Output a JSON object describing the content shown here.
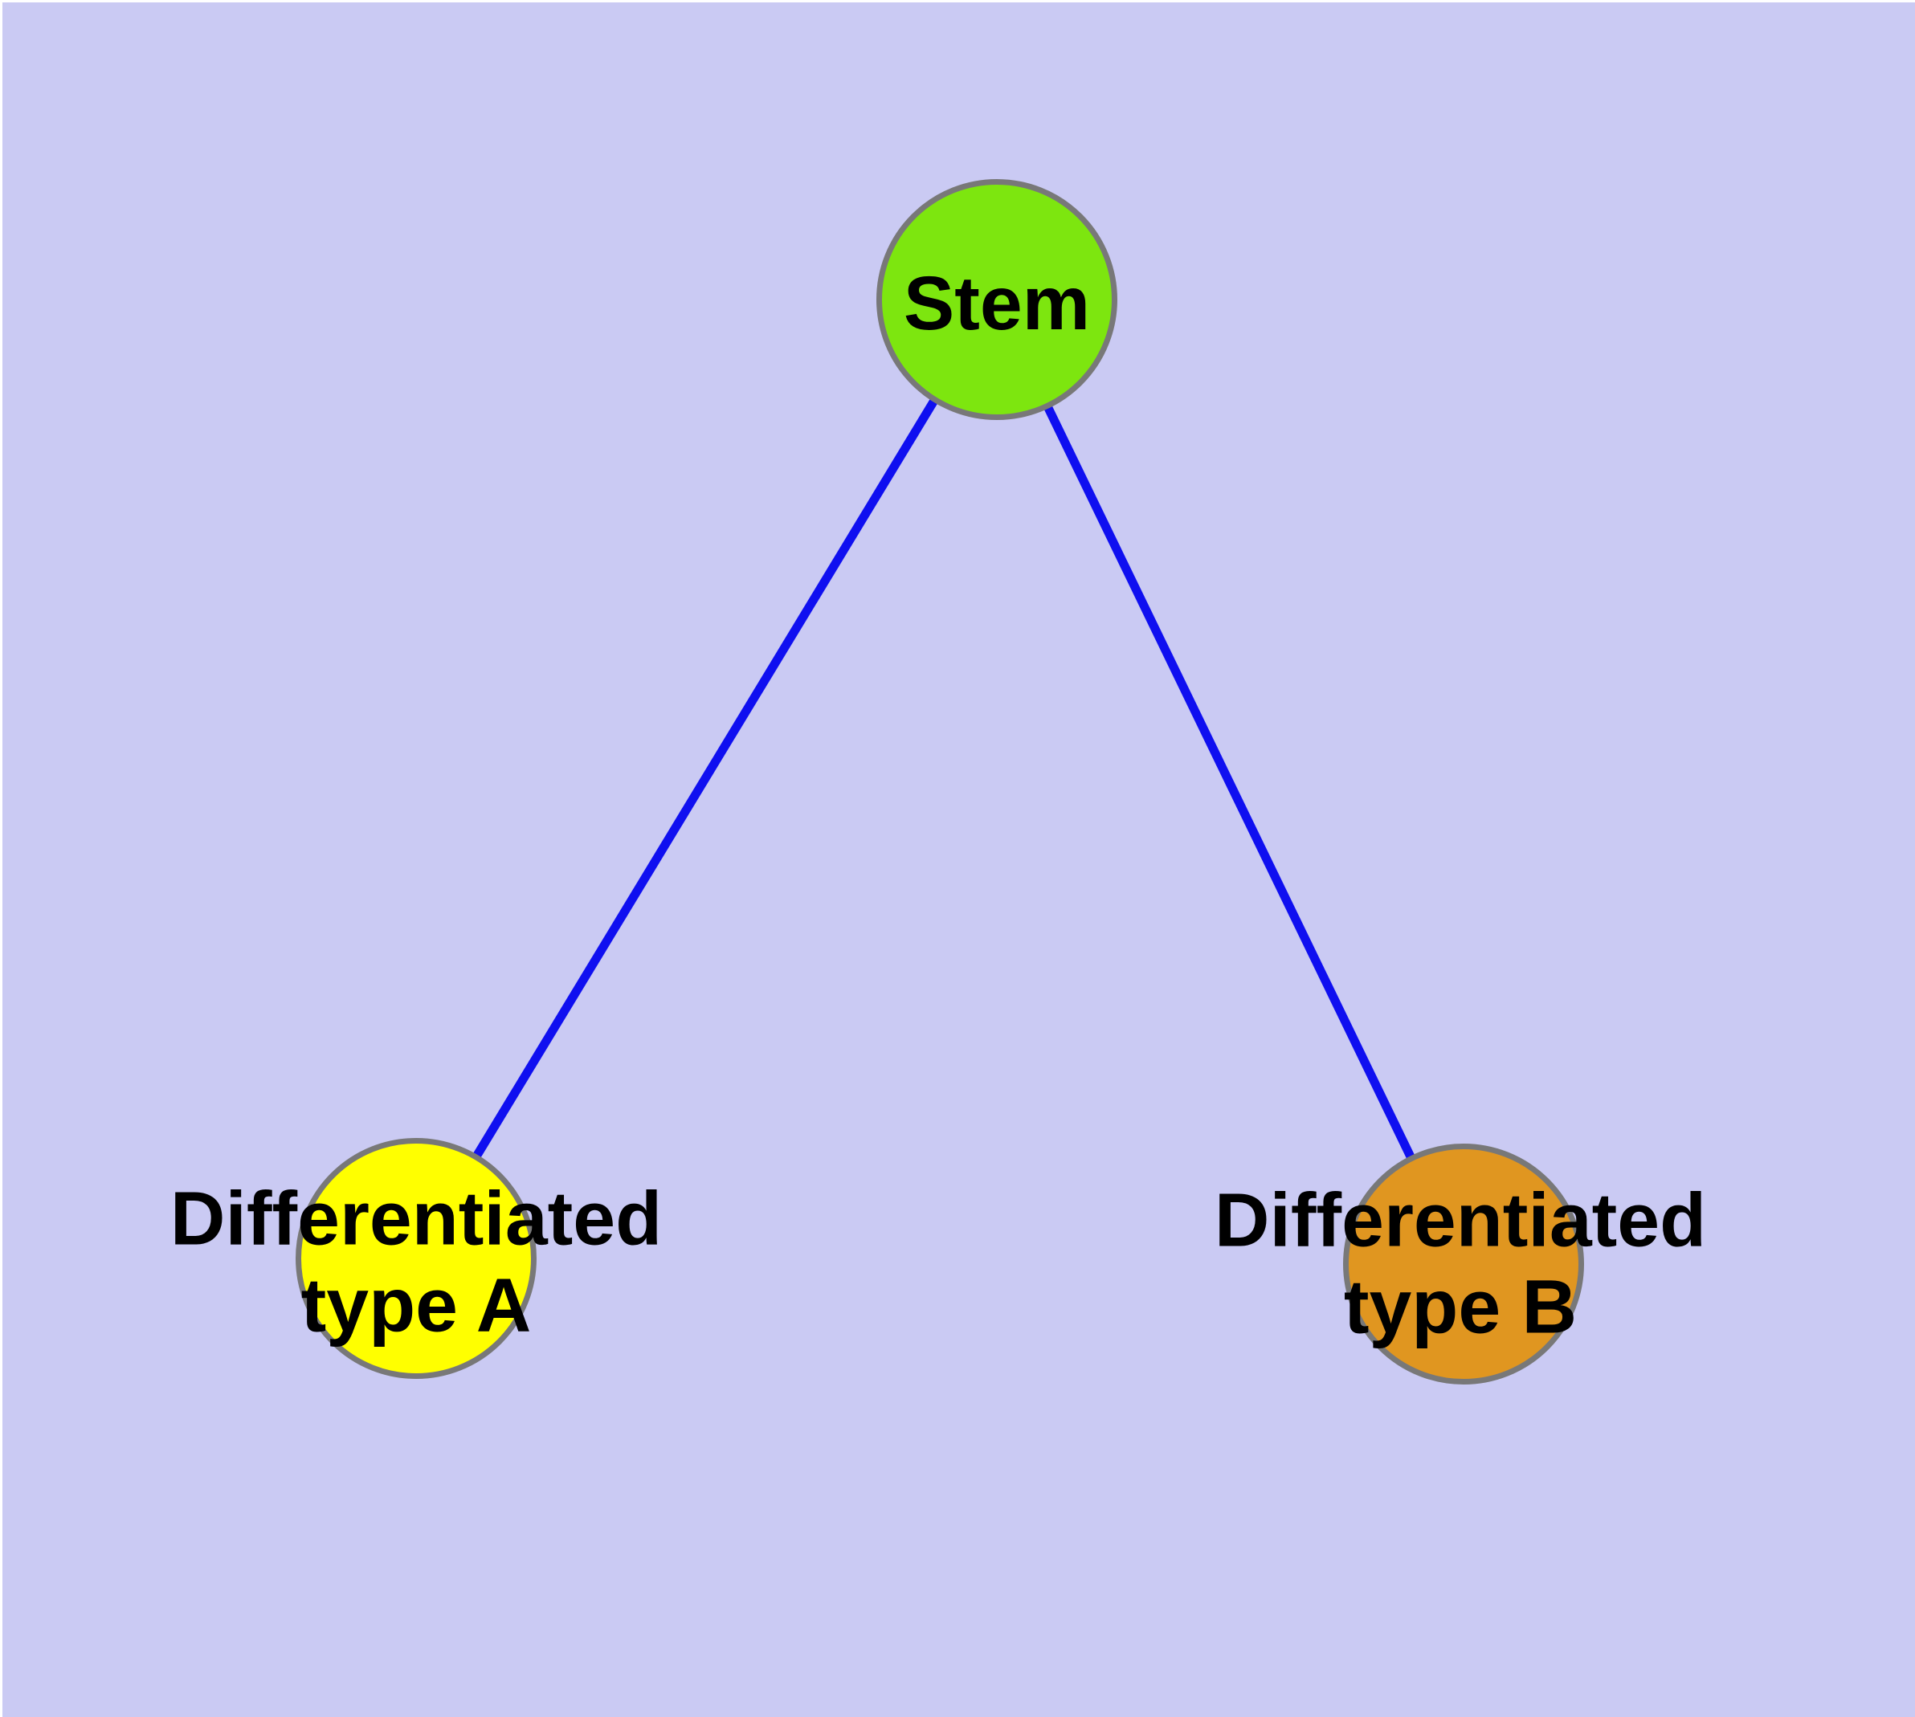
{
  "diagram": {
    "type": "graph",
    "background_color": "#cacaf3",
    "edge_color": "#0f0ff0",
    "node_border_color": "#787878",
    "label_color": "#000000",
    "nodes": [
      {
        "id": "stem",
        "label": "Stem",
        "fill": "#7de60f"
      },
      {
        "id": "diff-a",
        "label": "Differentiated\ntype A",
        "fill": "#ffff00"
      },
      {
        "id": "diff-b",
        "label": "Differentiated\ntype B",
        "fill": "#e09620"
      }
    ],
    "edges": [
      {
        "from": "Stem",
        "to": "Differentiated type A"
      },
      {
        "from": "Stem",
        "to": "Differentiated type B"
      }
    ]
  }
}
